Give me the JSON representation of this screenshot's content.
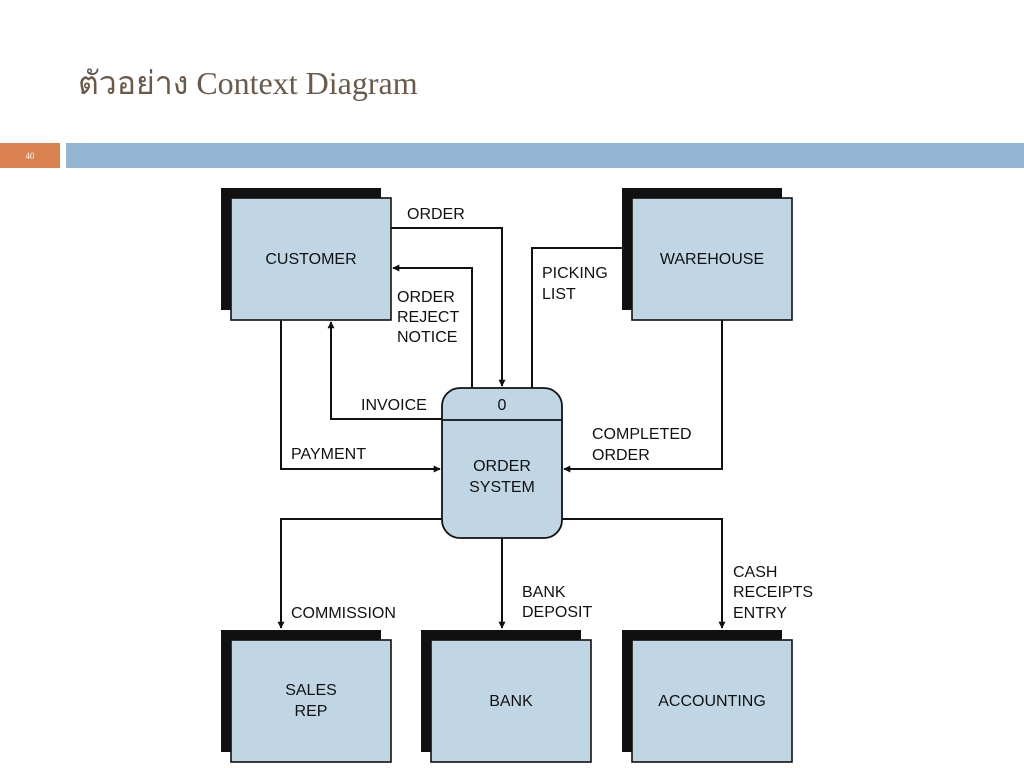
{
  "slide": {
    "title": "ตัวอย่าง Context Diagram",
    "page_number": "40",
    "colors": {
      "title_bar": "#94b6d2",
      "page_badge": "#d9814f",
      "entity_fill": "#c0d6e4"
    }
  },
  "diagram": {
    "entities": {
      "customer": "CUSTOMER",
      "warehouse": "WAREHOUSE",
      "sales_rep": [
        "SALES",
        "REP"
      ],
      "bank": "BANK",
      "accounting": "ACCOUNTING"
    },
    "process": {
      "number": "0",
      "name": [
        "ORDER",
        "SYSTEM"
      ]
    },
    "flows": {
      "order": "ORDER",
      "order_reject_notice": [
        "ORDER",
        "REJECT",
        "NOTICE"
      ],
      "picking_list": [
        "PICKING",
        "LIST"
      ],
      "invoice": "INVOICE",
      "payment": "PAYMENT",
      "completed_order": [
        "COMPLETED",
        "ORDER"
      ],
      "commission": "COMMISSION",
      "bank_deposit": [
        "BANK",
        "DEPOSIT"
      ],
      "cash_receipts_entry": [
        "CASH",
        "RECEIPTS",
        "ENTRY"
      ]
    }
  }
}
